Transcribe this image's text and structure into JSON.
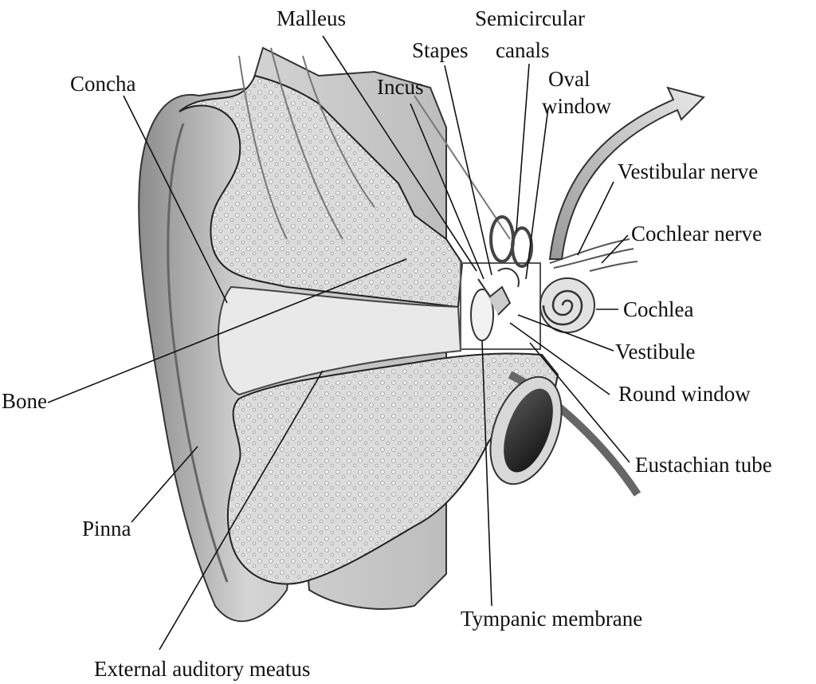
{
  "labels": {
    "malleus": "Malleus",
    "semicircular_1": "Semicircular",
    "semicircular_2": "canals",
    "stapes": "Stapes",
    "concha": "Concha",
    "incus": "Incus",
    "oval_1": "Oval",
    "oval_2": "window",
    "vestibular_nerve": "Vestibular nerve",
    "cochlear_nerve": "Cochlear nerve",
    "cochlea": "Cochlea",
    "vestibule": "Vestibule",
    "bone": "Bone",
    "round_window": "Round window",
    "eustachian_tube": "Eustachian tube",
    "pinna": "Pinna",
    "tympanic_membrane": "Tympanic membrane",
    "external_auditory_meatus": "External auditory meatus"
  },
  "colors": {
    "ink": "#111111",
    "tissue": "#cfcfcf",
    "tissue_dark": "#8a8a8a",
    "bone": "#e6e6e6",
    "background": "#ffffff"
  }
}
